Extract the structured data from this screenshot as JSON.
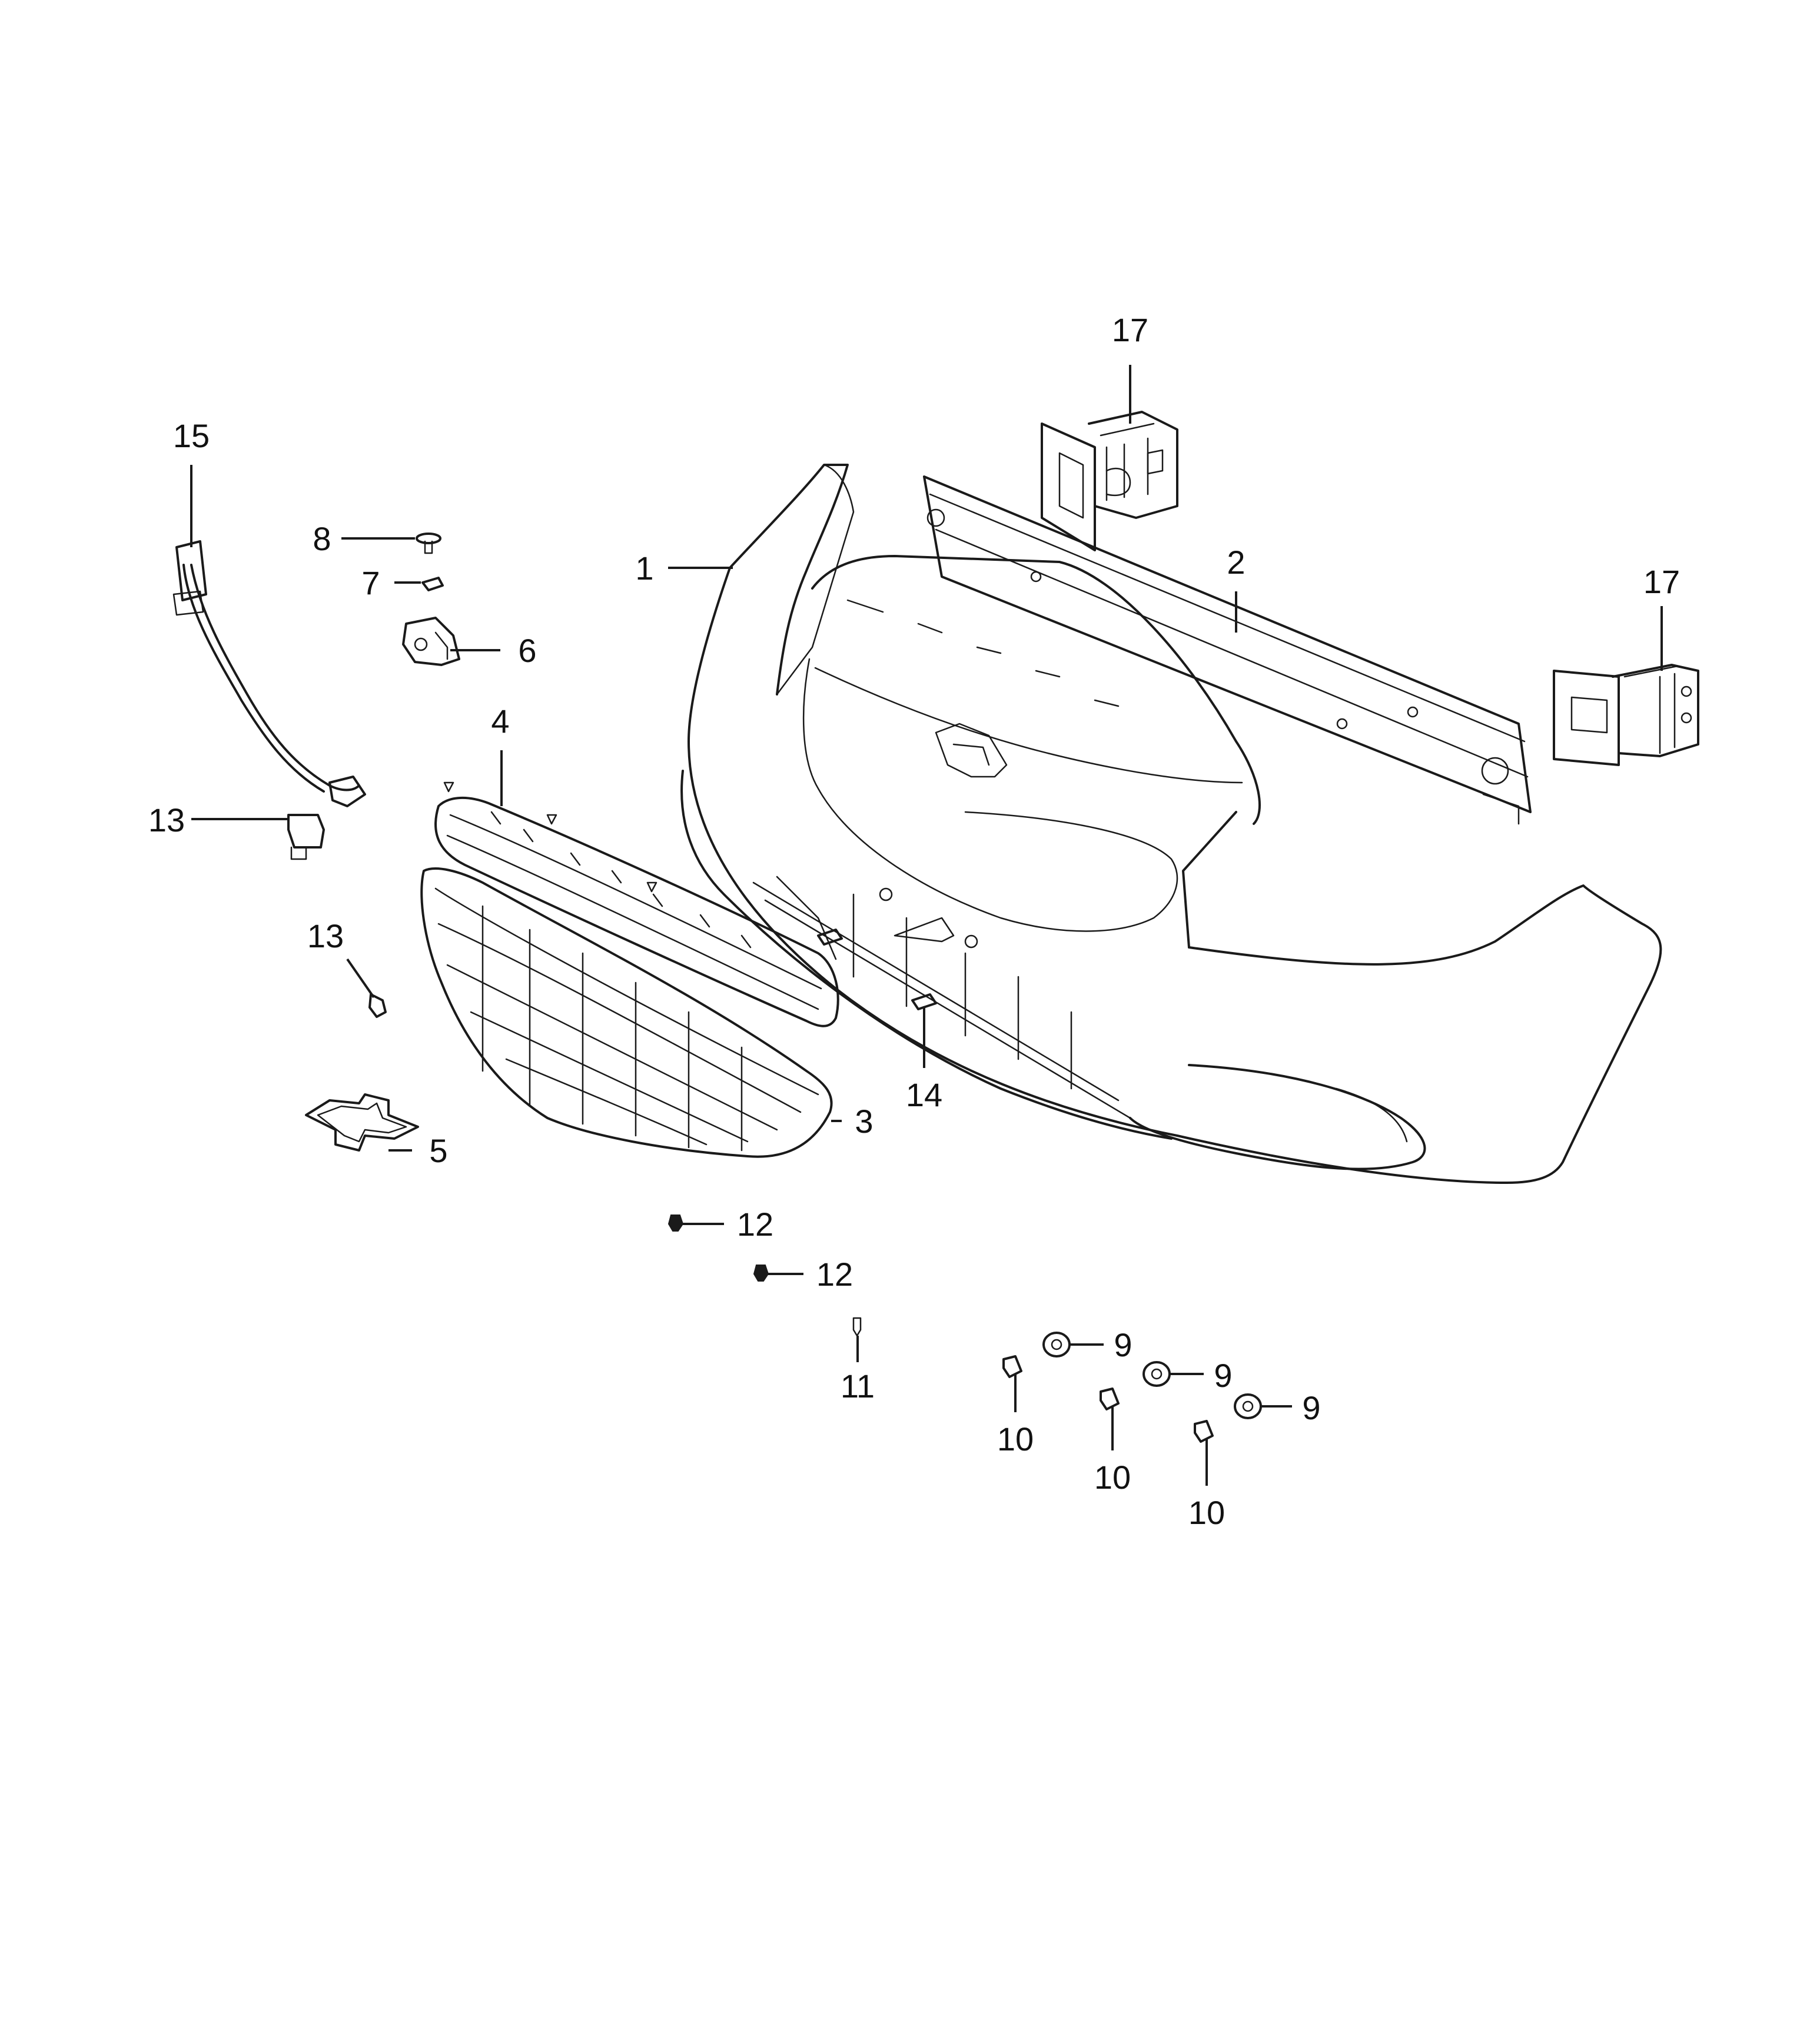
{
  "callouts": [
    {
      "id": "c1",
      "text": "1"
    },
    {
      "id": "c2",
      "text": "2"
    },
    {
      "id": "c3",
      "text": "3"
    },
    {
      "id": "c4",
      "text": "4"
    },
    {
      "id": "c5",
      "text": "5"
    },
    {
      "id": "c6",
      "text": "6"
    },
    {
      "id": "c7",
      "text": "7"
    },
    {
      "id": "c8",
      "text": "8"
    },
    {
      "id": "c9a",
      "text": "9"
    },
    {
      "id": "c9b",
      "text": "9"
    },
    {
      "id": "c9c",
      "text": "9"
    },
    {
      "id": "c10a",
      "text": "10"
    },
    {
      "id": "c10b",
      "text": "10"
    },
    {
      "id": "c10c",
      "text": "10"
    },
    {
      "id": "c11",
      "text": "11"
    },
    {
      "id": "c12a",
      "text": "12"
    },
    {
      "id": "c12b",
      "text": "12"
    },
    {
      "id": "c13a",
      "text": "13"
    },
    {
      "id": "c13b",
      "text": "13"
    },
    {
      "id": "c14",
      "text": "14"
    },
    {
      "id": "c15",
      "text": "15"
    },
    {
      "id": "c17a",
      "text": "17"
    },
    {
      "id": "c17b",
      "text": "17"
    }
  ]
}
